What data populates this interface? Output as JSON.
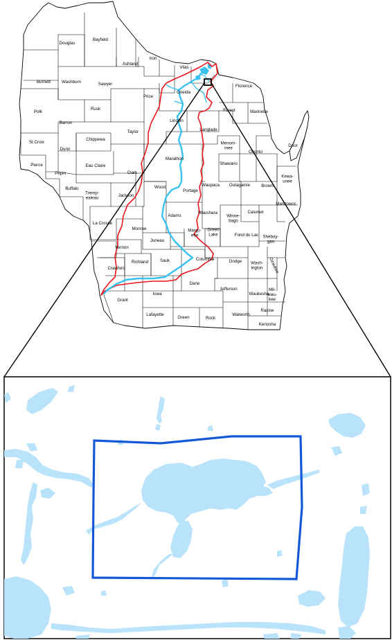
{
  "colors": {
    "county_line": "#000000",
    "watershed_boundary": "#e8161b",
    "river": "#39c2ef",
    "water": "#b9e3fb",
    "study_area_box": "#1457d8",
    "inset_frame": "#000000"
  },
  "counties": [
    {
      "name": "Douglas"
    },
    {
      "name": "Bayfield"
    },
    {
      "name": "Ashland"
    },
    {
      "name": "Iron"
    },
    {
      "name": "Vilas"
    },
    {
      "name": "Burnett"
    },
    {
      "name": "Washburn"
    },
    {
      "name": "Sawyer"
    },
    {
      "name": "Price"
    },
    {
      "name": "Oneida"
    },
    {
      "name": "Florence"
    },
    {
      "name": "Polk"
    },
    {
      "name": "Barron"
    },
    {
      "name": "Rusk"
    },
    {
      "name": "Forest"
    },
    {
      "name": "Marinette"
    },
    {
      "name": "Lincoln"
    },
    {
      "name": "Taylor"
    },
    {
      "name": "Langlade"
    },
    {
      "name": "St Croix"
    },
    {
      "name": "Dunn"
    },
    {
      "name": "Chippewa"
    },
    {
      "name": "Menom-\ninee"
    },
    {
      "name": "Oconto"
    },
    {
      "name": "Pierce"
    },
    {
      "name": "Pepin"
    },
    {
      "name": "Eau Claire"
    },
    {
      "name": "Marathon"
    },
    {
      "name": "Shawano"
    },
    {
      "name": "Door"
    },
    {
      "name": "Clark"
    },
    {
      "name": "Kewa-\nunee"
    },
    {
      "name": "Buffalo"
    },
    {
      "name": "Tremp-\nealeau"
    },
    {
      "name": "Wood"
    },
    {
      "name": "Portage"
    },
    {
      "name": "Waupaca"
    },
    {
      "name": "Outagamie"
    },
    {
      "name": "Brown"
    },
    {
      "name": "Jackson"
    },
    {
      "name": "Manitowoc"
    },
    {
      "name": "La Crosse"
    },
    {
      "name": "Monroe"
    },
    {
      "name": "Adams"
    },
    {
      "name": "Waushara"
    },
    {
      "name": "Winne-\nbago"
    },
    {
      "name": "Calumet"
    },
    {
      "name": "Marqu-\nette"
    },
    {
      "name": "Green\nLake"
    },
    {
      "name": "Fond du Lac"
    },
    {
      "name": "Sheboy-\ngan"
    },
    {
      "name": "Juneau"
    },
    {
      "name": "Vernon"
    },
    {
      "name": "Richland"
    },
    {
      "name": "Sauk"
    },
    {
      "name": "Columbia"
    },
    {
      "name": "Dodge"
    },
    {
      "name": "Wash-\nington"
    },
    {
      "name": "Ozaukee"
    },
    {
      "name": "Crawford"
    },
    {
      "name": "Dane"
    },
    {
      "name": "Jefferson"
    },
    {
      "name": "Waukesha"
    },
    {
      "name": "Mil-\nwau-\nkee"
    },
    {
      "name": "Grant"
    },
    {
      "name": "Iowa"
    },
    {
      "name": "Racine"
    },
    {
      "name": "Lafayette"
    },
    {
      "name": "Green"
    },
    {
      "name": "Rock"
    },
    {
      "name": "Walworth"
    },
    {
      "name": "Kenosha"
    }
  ]
}
